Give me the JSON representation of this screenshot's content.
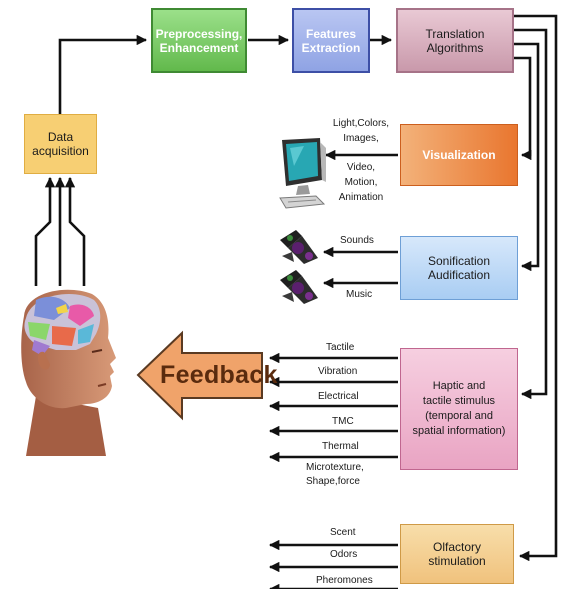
{
  "nodes": {
    "preprocessing": [
      "Preprocessing,",
      "Enhancement"
    ],
    "features": [
      "Features",
      "Extraction"
    ],
    "translation": [
      "Translation",
      "Algorithms"
    ],
    "data_acquisition": [
      "Data",
      "acquisition"
    ],
    "visualization": [
      "Visualization"
    ],
    "sonification": [
      "Sonification",
      "Audification"
    ],
    "haptic": [
      "Haptic and",
      "tactile stimulus",
      "(temporal and",
      "spatial information)"
    ],
    "olfactory": [
      "Olfactory",
      "stimulation"
    ]
  },
  "feedback_label": "Feedback",
  "visual_outputs": [
    "Light,Colors,",
    "Images,",
    "Video,",
    "Motion,",
    "Animation"
  ],
  "sound_outputs": {
    "top": "Sounds",
    "bottom": "Music"
  },
  "haptic_outputs": [
    "Tactile",
    "Vibration",
    "Electrical",
    "TMC",
    "Thermal",
    "Microtexture,",
    "Shape,force"
  ],
  "olfactory_outputs": [
    "Scent",
    "Odors",
    "Pheromones"
  ],
  "icons": [
    "head-with-brain-icon",
    "computer-monitor-icon",
    "speaker-icon"
  ]
}
